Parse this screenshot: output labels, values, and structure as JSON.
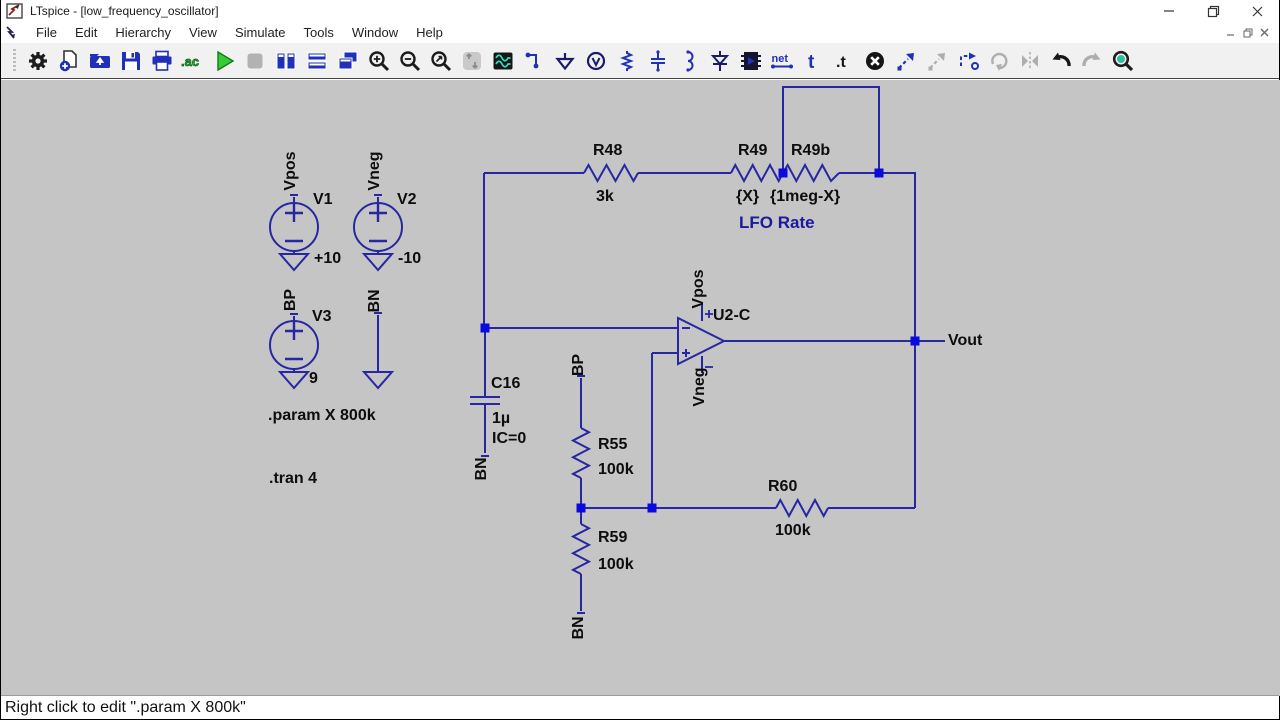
{
  "window": {
    "title": "LTspice - [low_frequency_oscillator]"
  },
  "menu": {
    "items": [
      "File",
      "Edit",
      "Hierarchy",
      "View",
      "Simulate",
      "Tools",
      "Window",
      "Help"
    ]
  },
  "toolbar": {
    "icons": [
      "control-panel",
      "new-schematic",
      "open",
      "save",
      "print",
      "netlist-ac",
      "run",
      "halt",
      "tile-vertical",
      "tile-horizontal",
      "cascade",
      "zoom-in",
      "zoom-out",
      "zoom-fit",
      "pan",
      "waveform",
      "wire",
      "ground",
      "voltage-source",
      "resistor",
      "capacitor",
      "inductor",
      "diode",
      "component",
      "net-label",
      "text",
      "spice-directive",
      "delete",
      "move",
      "duplicate",
      "drag",
      "rotate",
      "mirror",
      "undo",
      "redo",
      "find"
    ],
    "glyph_ac": ".ac",
    "glyph_net": "net",
    "glyph_text": "t",
    "glyph_directive": ".t"
  },
  "schematic": {
    "v1": {
      "ref": "V1",
      "net": "Vpos",
      "value": "+10"
    },
    "v2": {
      "ref": "V2",
      "net": "Vneg",
      "value": "-10"
    },
    "v3": {
      "ref": "V3",
      "net": "BP",
      "value": "9"
    },
    "bn_stub_net": "BN",
    "r48": {
      "ref": "R48",
      "value": "3k"
    },
    "r49": {
      "ref": "R49",
      "value": "{X}"
    },
    "r49b": {
      "ref": "R49b",
      "value": "{1meg-X}"
    },
    "r55": {
      "ref": "R55",
      "value": "100k",
      "net_top": "BP"
    },
    "r59": {
      "ref": "R59",
      "value": "100k",
      "net_bottom": "BN"
    },
    "r60": {
      "ref": "R60",
      "value": "100k"
    },
    "c16": {
      "ref": "C16",
      "value": "1µ",
      "ic": "IC=0",
      "net_bottom": "BN"
    },
    "opamp": {
      "ref": "U2-C",
      "pos_rail": "Vpos",
      "neg_rail": "Vneg"
    },
    "vout_label": "Vout",
    "comment_lfo": "LFO Rate",
    "directive_param": ".param X 800k",
    "directive_tran": ".tran 4",
    "colors": {
      "wire": "#2727a3",
      "node": "#0a0adf",
      "comment": "#1a1a9e",
      "canvas": "#c5c5c5"
    }
  },
  "statusbar": {
    "text": "Right click to edit \".param X 800k\""
  }
}
